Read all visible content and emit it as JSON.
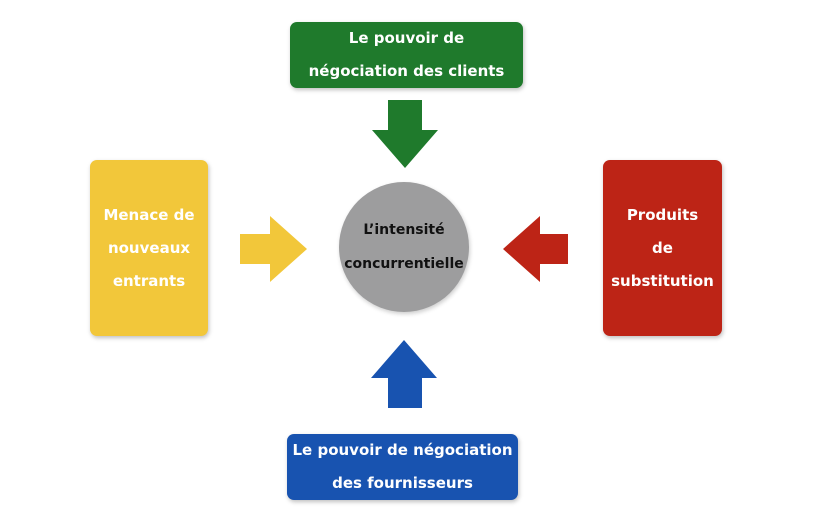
{
  "center": {
    "lines": [
      "L’intensité",
      "concurrentielle"
    ]
  },
  "forces": {
    "top": {
      "lines": [
        "Le pouvoir de",
        "négociation des clients"
      ],
      "color": "#1f7a2c"
    },
    "bottom": {
      "lines": [
        "Le pouvoir de négociation",
        "des fournisseurs"
      ],
      "color": "#1853b0"
    },
    "left": {
      "lines": [
        "Menace de",
        "nouveaux",
        "entrants"
      ],
      "color": "#f2c73a"
    },
    "right": {
      "lines": [
        "Produits",
        "de",
        "substitution"
      ],
      "color": "#bd2416"
    }
  }
}
